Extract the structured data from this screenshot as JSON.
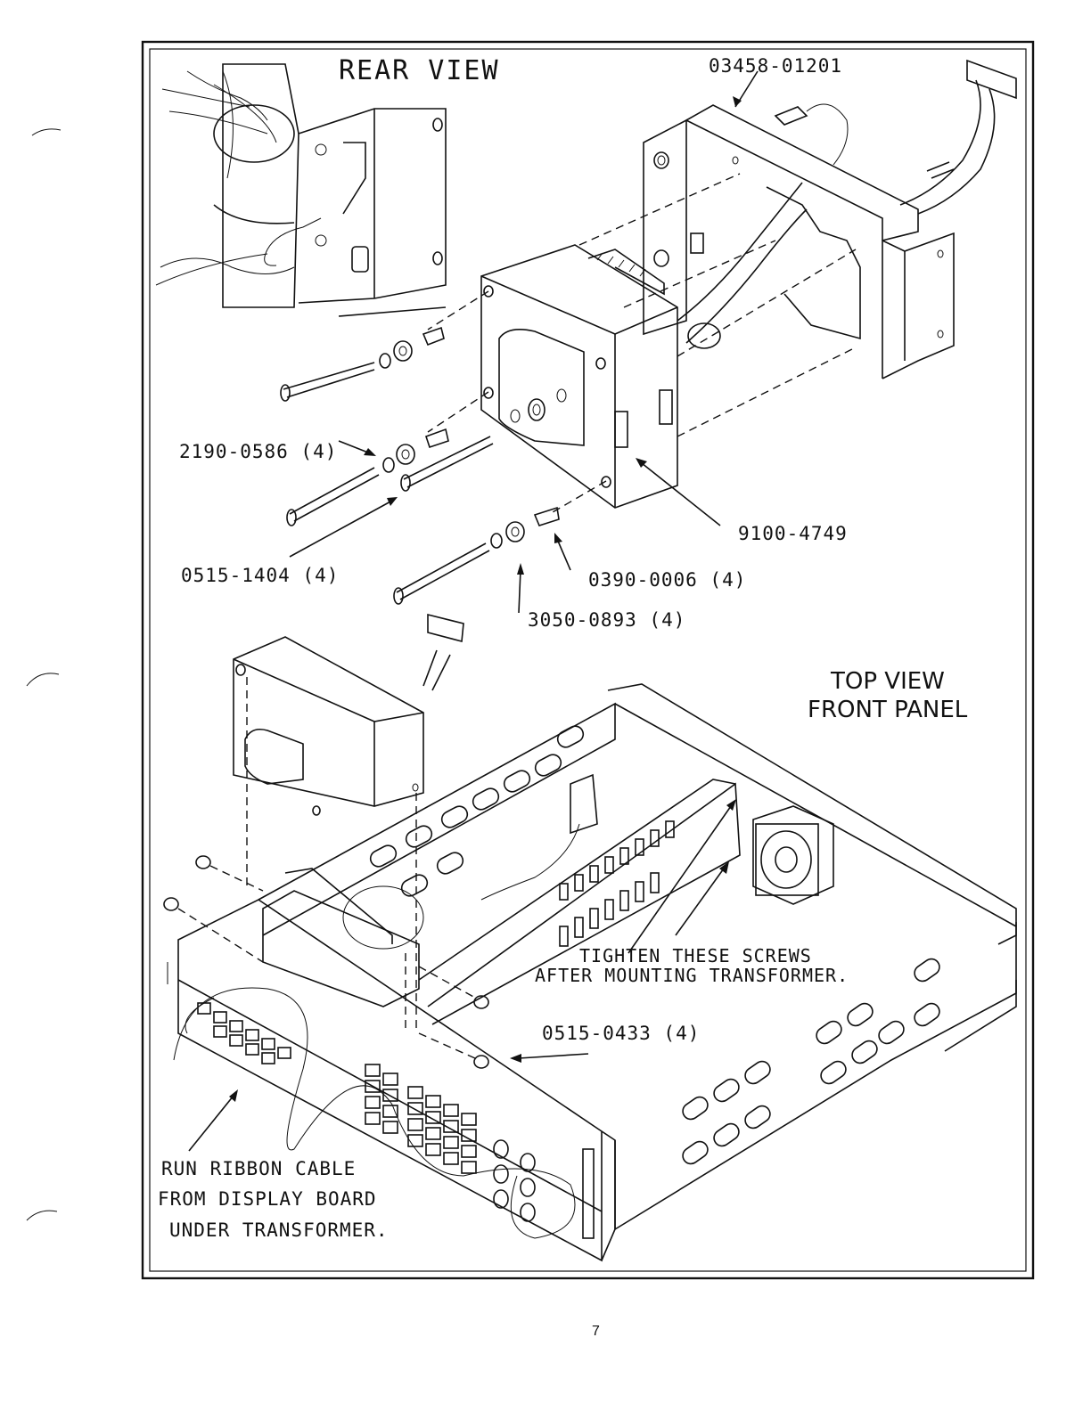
{
  "labels": {
    "rear_view": "REAR VIEW",
    "part_03458": "03458-01201",
    "part_2190": "2190-0586 (4)",
    "part_0515_1404": "0515-1404 (4)",
    "part_9100": "9100-4749",
    "part_0390": "0390-0006 (4)",
    "part_3050": "3050-0893 (4)",
    "top_view_1": "TOP VIEW",
    "top_view_2": "FRONT PANEL",
    "tighten_1": "TIGHTEN THESE SCREWS",
    "tighten_2": "AFTER MOUNTING TRANSFORMER.",
    "part_0515_0433": "0515-0433 (4)",
    "ribbon_1": "RUN RIBBON CABLE",
    "ribbon_2": "FROM DISPLAY BOARD",
    "ribbon_3": "UNDER TRANSFORMER."
  },
  "page_number": "7"
}
